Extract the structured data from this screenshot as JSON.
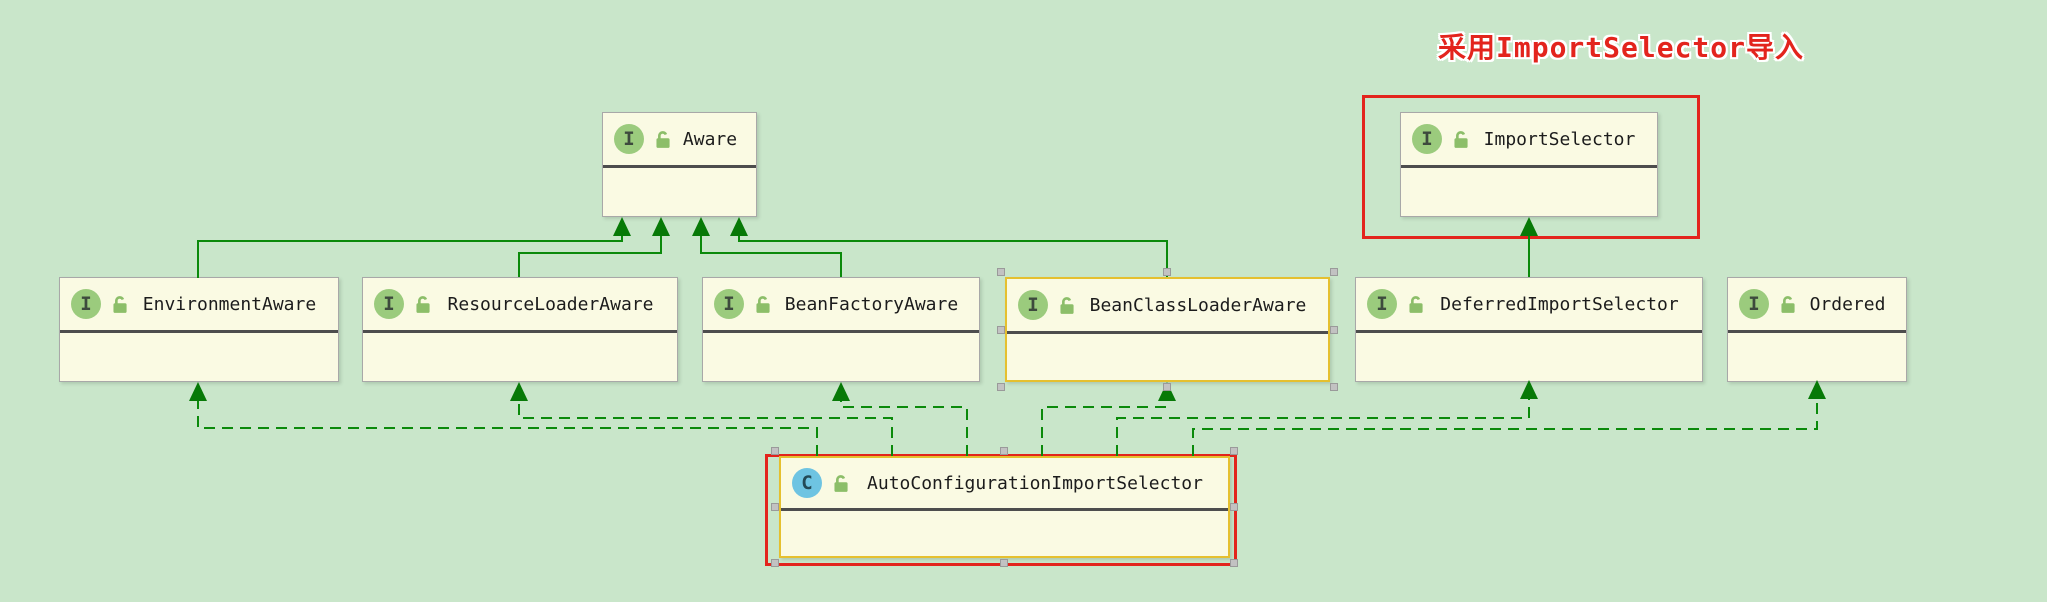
{
  "canvas": {
    "background_color": "#C9E6CA"
  },
  "annotation": {
    "text": "采用ImportSelector导入",
    "color": "#E3241D"
  },
  "diagram": {
    "nodes": [
      {
        "label": "Aware",
        "kind": "interface",
        "icon_letter": "I",
        "selected": false
      },
      {
        "label": "ImportSelector",
        "kind": "interface",
        "icon_letter": "I",
        "selected": false
      },
      {
        "label": "EnvironmentAware",
        "kind": "interface",
        "icon_letter": "I",
        "selected": false
      },
      {
        "label": "ResourceLoaderAware",
        "kind": "interface",
        "icon_letter": "I",
        "selected": false
      },
      {
        "label": "BeanFactoryAware",
        "kind": "interface",
        "icon_letter": "I",
        "selected": false
      },
      {
        "label": "BeanClassLoaderAware",
        "kind": "interface",
        "icon_letter": "I",
        "selected": true
      },
      {
        "label": "DeferredImportSelector",
        "kind": "interface",
        "icon_letter": "I",
        "selected": false
      },
      {
        "label": "Ordered",
        "kind": "interface",
        "icon_letter": "I",
        "selected": false
      },
      {
        "label": "AutoConfigurationImportSelector",
        "kind": "class",
        "icon_letter": "C",
        "selected": true
      }
    ],
    "relationships": [
      {
        "from": "EnvironmentAware",
        "to": "Aware",
        "type": "extends",
        "line": "solid"
      },
      {
        "from": "ResourceLoaderAware",
        "to": "Aware",
        "type": "extends",
        "line": "solid"
      },
      {
        "from": "BeanFactoryAware",
        "to": "Aware",
        "type": "extends",
        "line": "solid"
      },
      {
        "from": "BeanClassLoaderAware",
        "to": "Aware",
        "type": "extends",
        "line": "solid"
      },
      {
        "from": "DeferredImportSelector",
        "to": "ImportSelector",
        "type": "extends",
        "line": "solid"
      },
      {
        "from": "AutoConfigurationImportSelector",
        "to": "EnvironmentAware",
        "type": "implements",
        "line": "dashed"
      },
      {
        "from": "AutoConfigurationImportSelector",
        "to": "ResourceLoaderAware",
        "type": "implements",
        "line": "dashed"
      },
      {
        "from": "AutoConfigurationImportSelector",
        "to": "BeanFactoryAware",
        "type": "implements",
        "line": "dashed"
      },
      {
        "from": "AutoConfigurationImportSelector",
        "to": "BeanClassLoaderAware",
        "type": "implements",
        "line": "dashed"
      },
      {
        "from": "AutoConfigurationImportSelector",
        "to": "DeferredImportSelector",
        "type": "implements",
        "line": "dashed"
      },
      {
        "from": "AutoConfigurationImportSelector",
        "to": "Ordered",
        "type": "implements",
        "line": "dashed"
      }
    ],
    "colors": {
      "node_fill": "#FAFAE3",
      "interface_icon_green": "#9BCB7D",
      "class_icon_blue": "#6EC4E2",
      "lock_green": "#8CBE69",
      "connector_green": "#0B8A0B",
      "highlight_red": "#E3241D",
      "selection_gold": "#E5C02F"
    }
  }
}
